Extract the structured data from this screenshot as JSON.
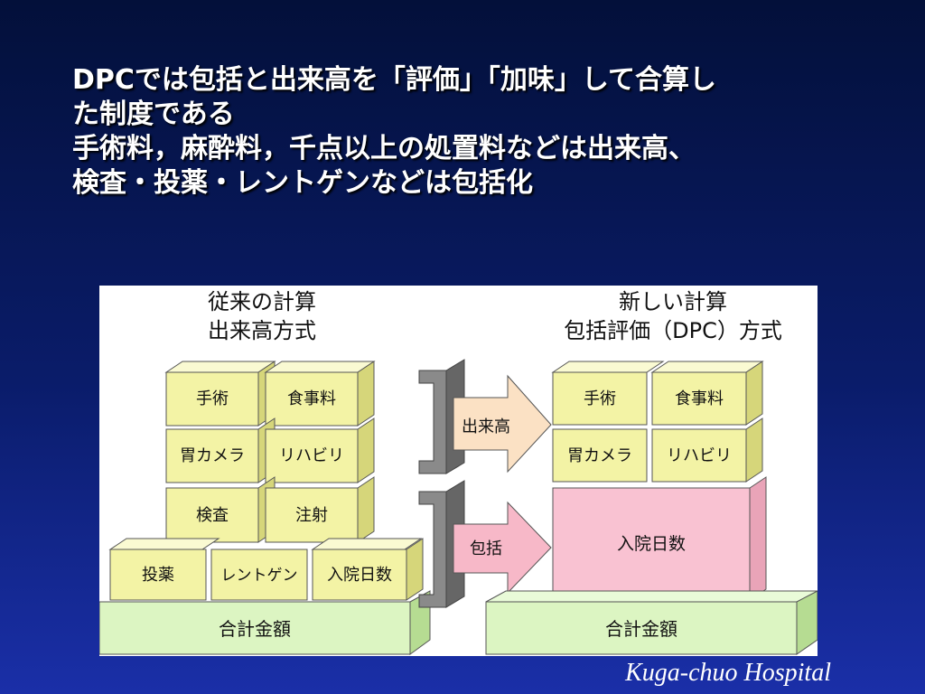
{
  "slide": {
    "heading_lines": [
      "DPCでは包括と出来高を「評価」「加味」して合算し",
      "た制度である",
      "手術料，麻酔料，千点以上の処置料などは出来高、",
      "検査・投薬・レントゲンなどは包括化"
    ],
    "credit": "Kuga-chuo Hospital"
  },
  "diagram": {
    "left_title": [
      "従来の計算",
      "出来高方式"
    ],
    "right_title": [
      "新しい計算",
      "包括評価（DPC）方式"
    ],
    "left_blocks": {
      "row1": [
        "手術",
        "食事料"
      ],
      "row2": [
        "胃カメラ",
        "リハビリ"
      ],
      "row3": [
        "検査",
        "注射"
      ],
      "row4": [
        "投薬",
        "レントゲン",
        "入院日数"
      ]
    },
    "left_base": "合計金額",
    "arrow_top": "出来高",
    "arrow_bottom": "包括",
    "right_blocks": {
      "row1": [
        "手術",
        "食事料"
      ],
      "row2": [
        "胃カメラ",
        "リハビリ"
      ],
      "big": "入院日数"
    },
    "right_base": "合計金額",
    "colors": {
      "block_yellow": "#f3f3a5",
      "block_top": "#fafad2",
      "block_side": "#d6d67a",
      "base_green": "#dcf5c2",
      "pink": "#f9c2d2",
      "bracket_gray": "#8a8a8a",
      "arrow_top": "#fbe1c4",
      "arrow_bottom": "#f7b8c8"
    }
  }
}
